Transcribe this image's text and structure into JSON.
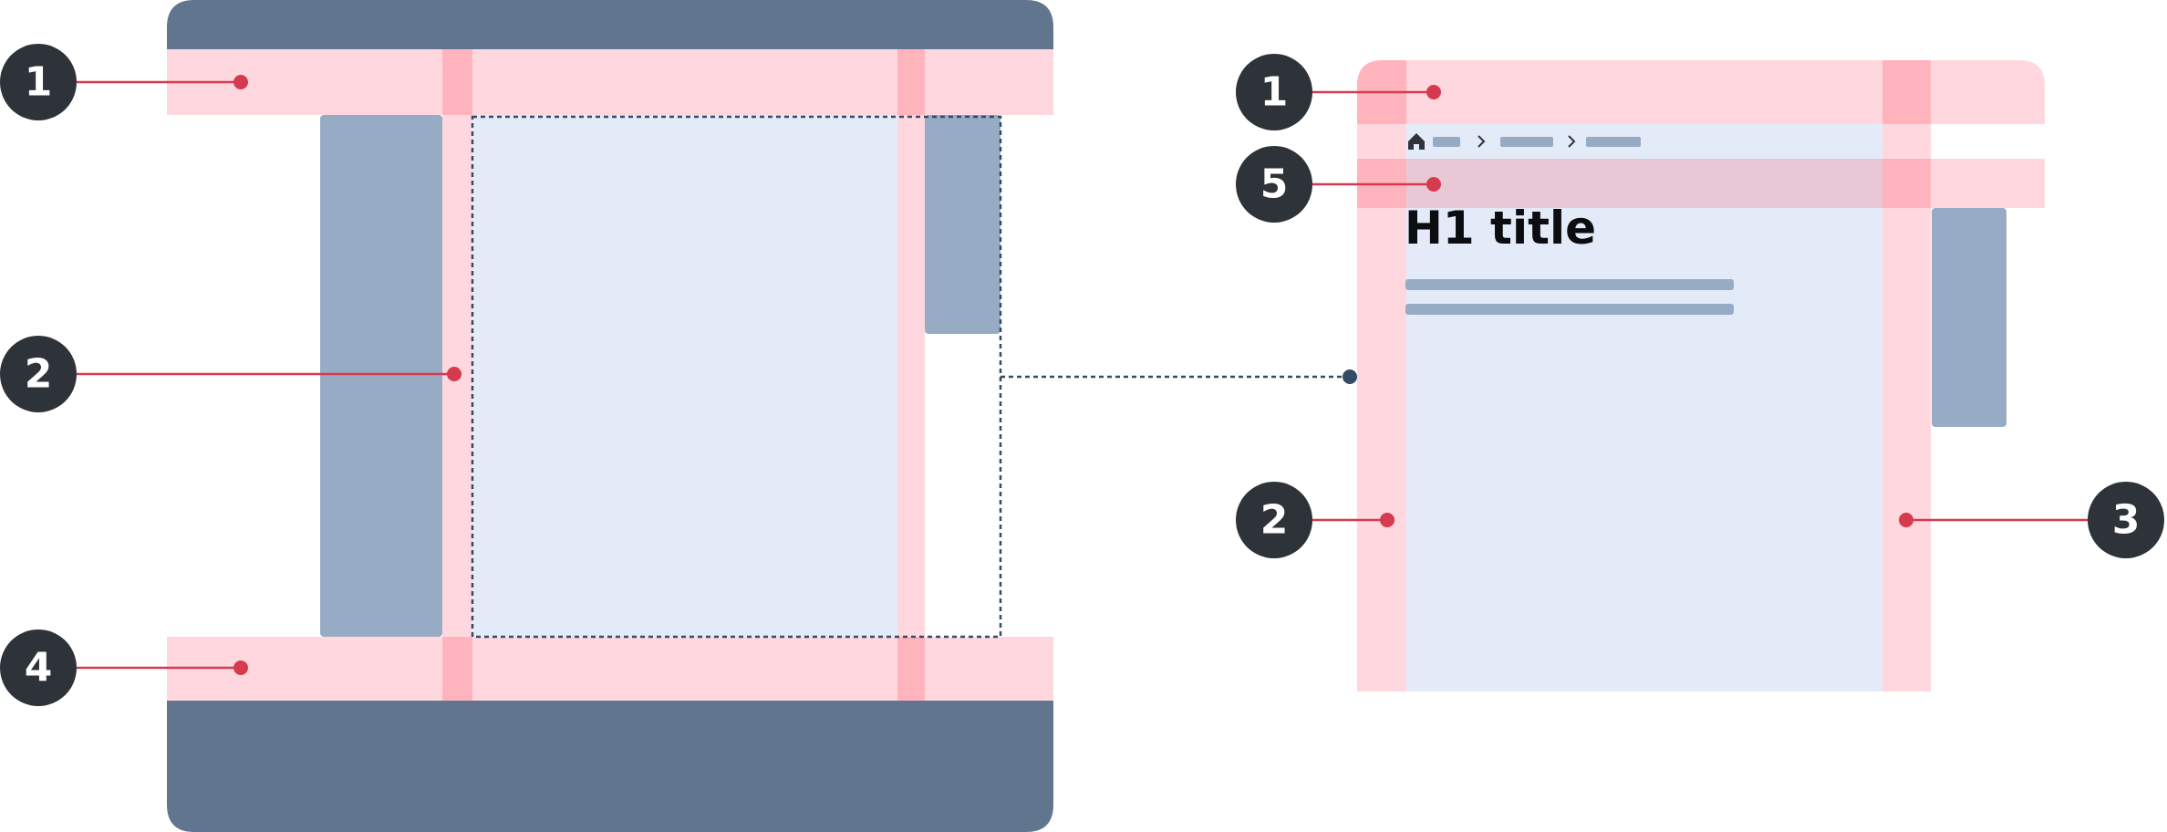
{
  "colors": {
    "header_footer": "#62758f",
    "margin_zone": "#ffd7de",
    "margin_overlap": "#ffb4bd",
    "content": "#e4ebf8",
    "sidebar": "#98abc5",
    "callout": "#2e3339",
    "leader": "#d63a4e",
    "connector": "#344b64"
  },
  "left_panel": {
    "callouts": [
      {
        "number": "1"
      },
      {
        "number": "2"
      },
      {
        "number": "4"
      }
    ]
  },
  "right_panel": {
    "title": "H1 title",
    "breadcrumb": {
      "home_icon": "home-icon",
      "separator_icon": "chevron-right-icon",
      "crumb_count": 3
    },
    "callouts": [
      {
        "number": "1"
      },
      {
        "number": "5"
      },
      {
        "number": "2"
      },
      {
        "number": "3"
      }
    ]
  }
}
